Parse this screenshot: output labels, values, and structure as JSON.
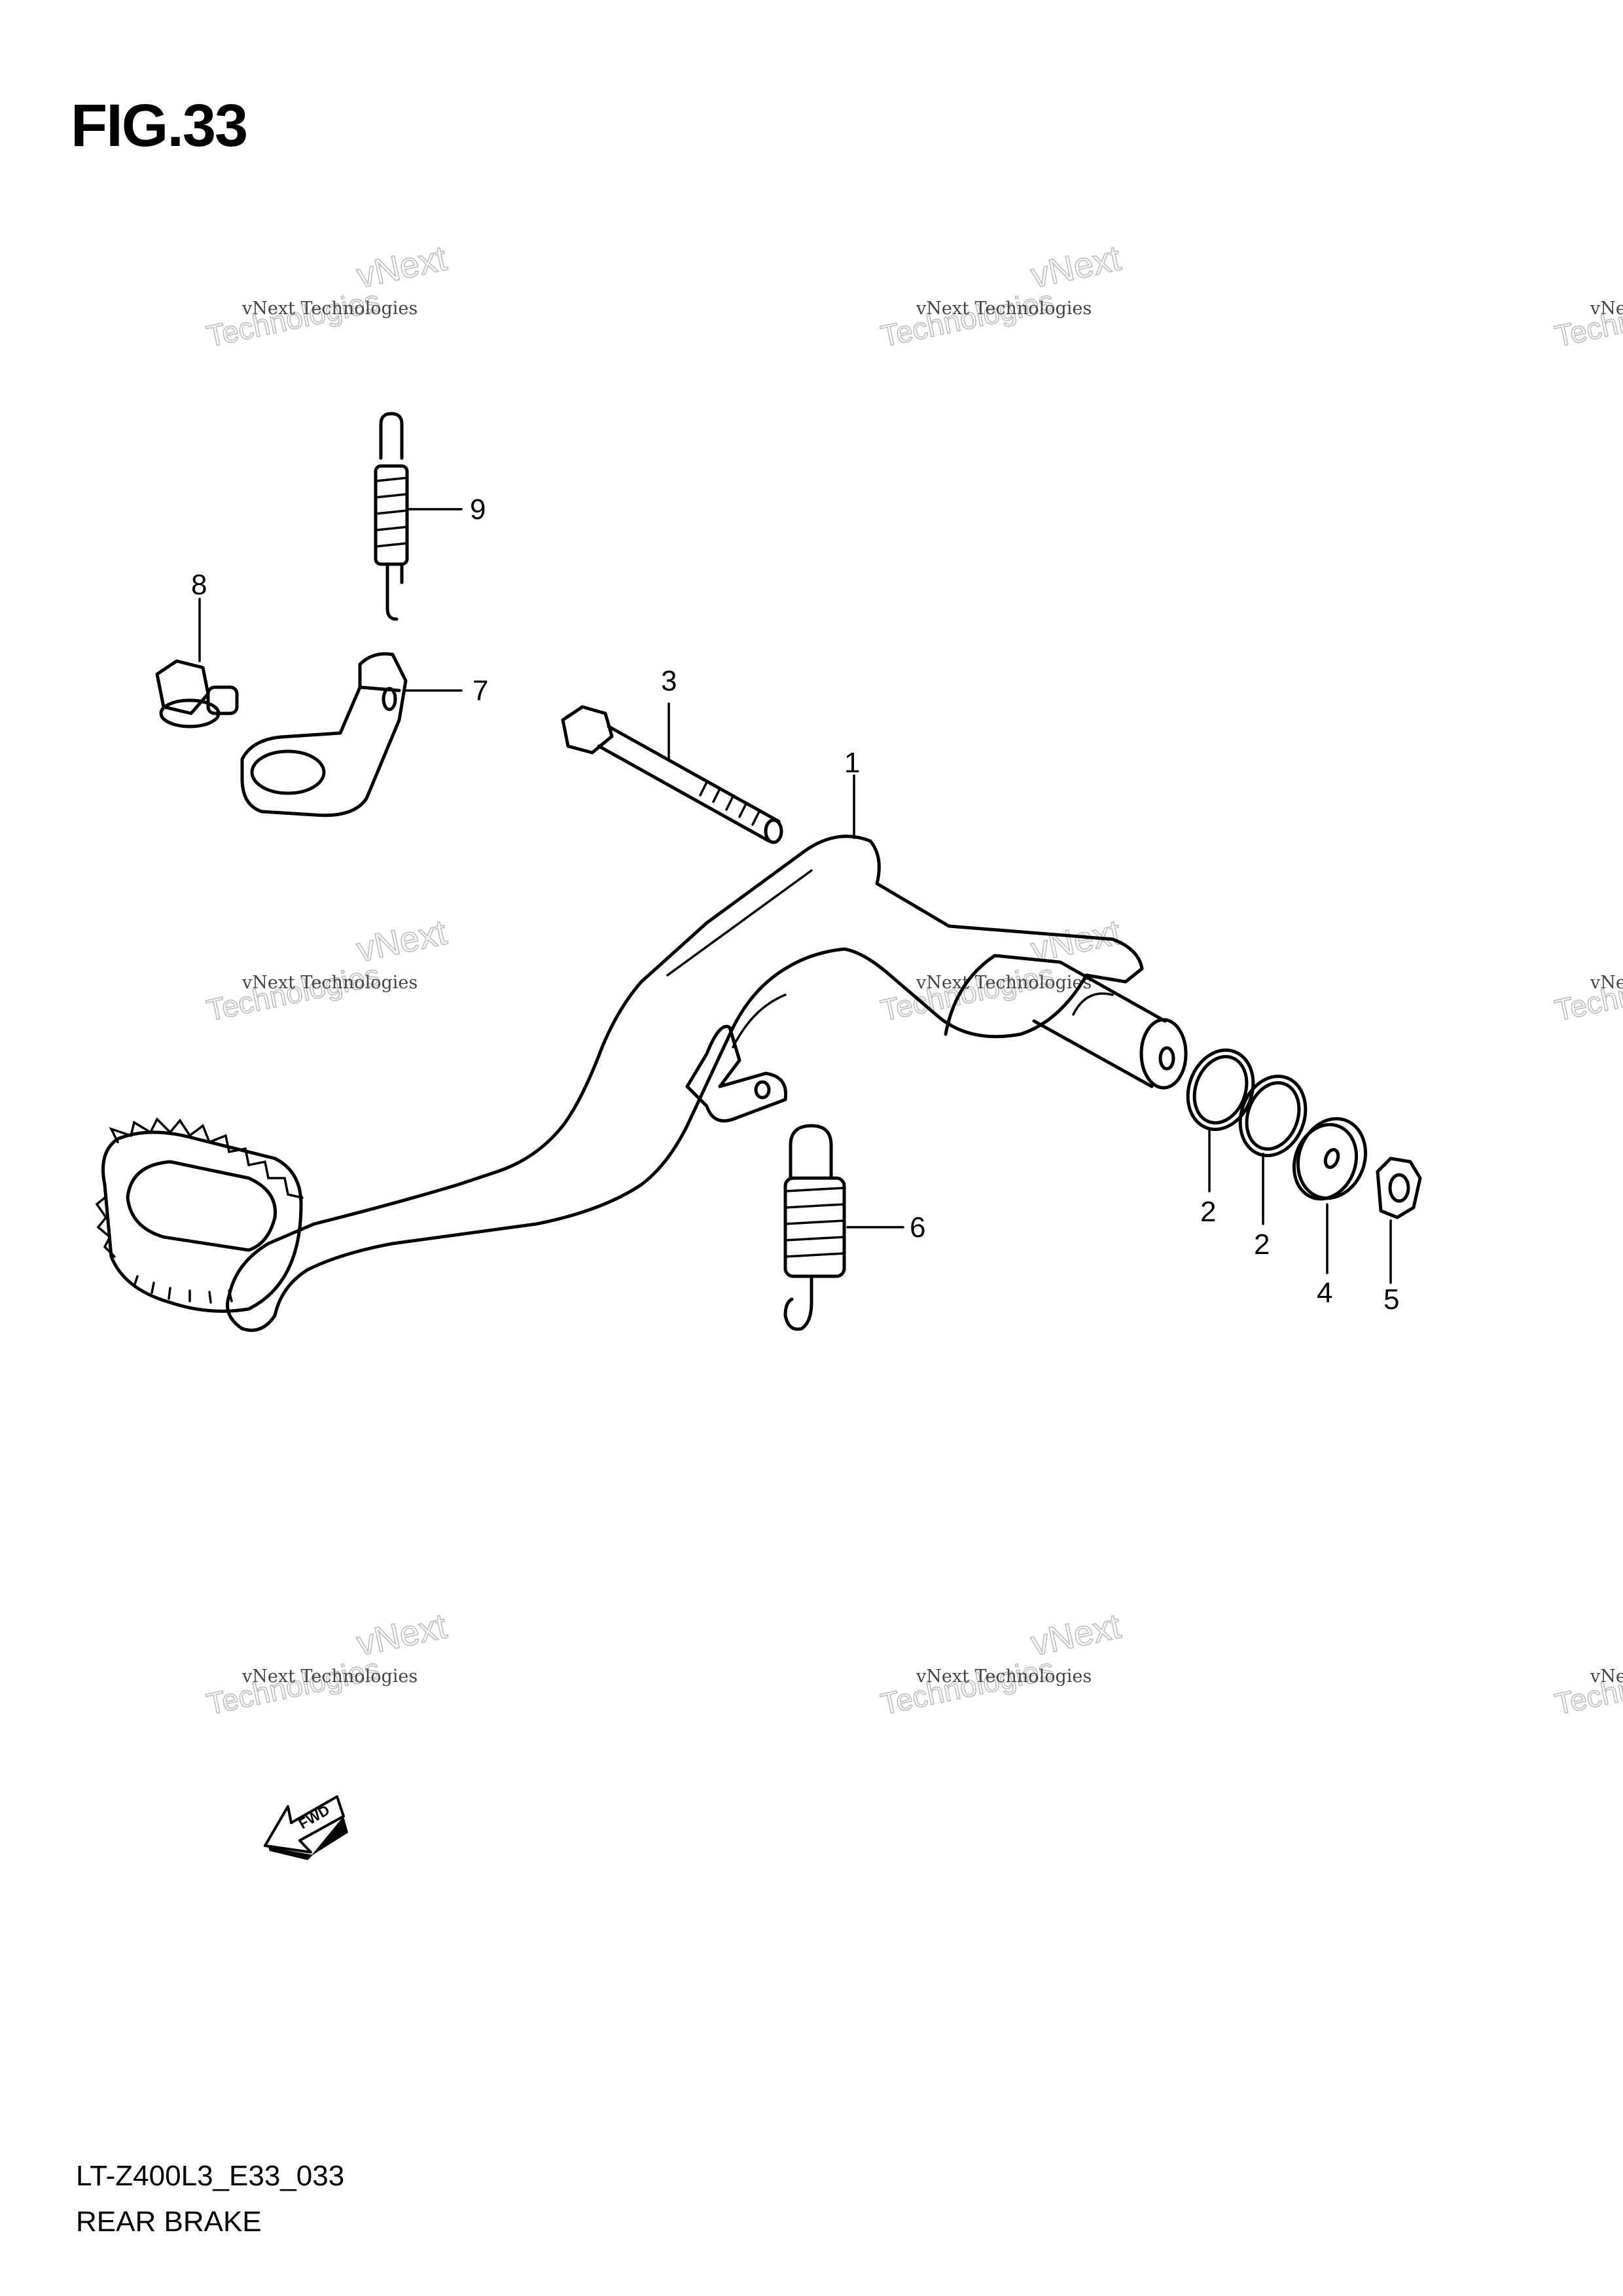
{
  "figure_title": "FIG.33",
  "model_code": "LT-Z400L3_E33_033",
  "section_name": "REAR BRAKE",
  "direction_label": "FWD",
  "watermark": {
    "line_small": "vNext Technologies",
    "line_outline_1": "vNext",
    "line_outline_2": "Technologies"
  },
  "callouts": [
    {
      "id": "c1",
      "label": "1"
    },
    {
      "id": "c2a",
      "label": "2"
    },
    {
      "id": "c2b",
      "label": "2"
    },
    {
      "id": "c3",
      "label": "3"
    },
    {
      "id": "c4",
      "label": "4"
    },
    {
      "id": "c5",
      "label": "5"
    },
    {
      "id": "c6",
      "label": "6"
    },
    {
      "id": "c7",
      "label": "7"
    },
    {
      "id": "c8",
      "label": "8"
    },
    {
      "id": "c9",
      "label": "9"
    }
  ]
}
